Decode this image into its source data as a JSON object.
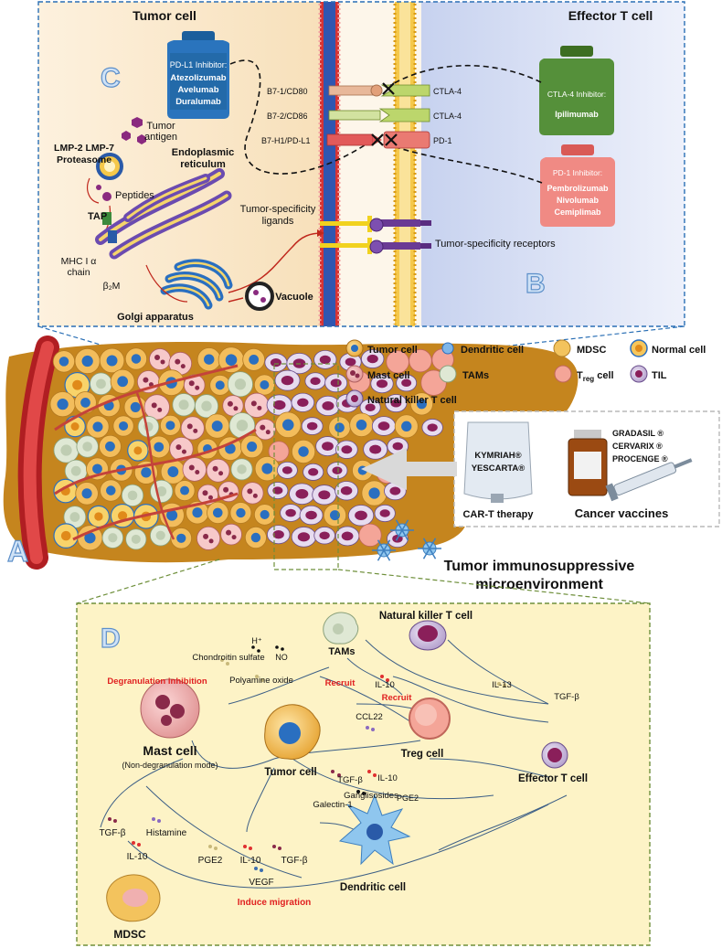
{
  "panel_c": {
    "letter": "C",
    "tumor_cell": "Tumor cell",
    "effector_t_cell": "Effector T cell",
    "pdl1_inhibitor": {
      "title": "PD-L1 Inhibitor:",
      "drugs": [
        "Atezolizumab",
        "Avelumab",
        "Duralumab"
      ]
    },
    "ctla4_inhibitor": {
      "title": "CTLA-4 Inhibitor:",
      "drugs": [
        "Ipilimumab"
      ]
    },
    "pd1_inhibitor": {
      "title": "PD-1 Inhibitor:",
      "drugs": [
        "Pembrolizumab",
        "Nivolumab",
        "Cemiplimab"
      ]
    },
    "ligands": [
      "B7-1/CD80",
      "B7-2/CD86",
      "B7-H1/PD-L1"
    ],
    "receptors": [
      "CTLA-4",
      "CTLA-4",
      "PD-1"
    ],
    "tumor_antigen": [
      "Tumor",
      "antigen"
    ],
    "proteasome": [
      "LMP-2 LMP-7",
      "Proteasome"
    ],
    "peptides": "Peptides",
    "er": [
      "Endoplasmic",
      "reticulum"
    ],
    "tap": "TAP",
    "mhc": [
      "MHC I α",
      "chain"
    ],
    "b2m": "β₂M",
    "golgi": "Golgi apparatus",
    "vacuole": "Vacuole",
    "tsl": [
      "Tumor-specificity",
      "ligands"
    ],
    "tsr": "Tumor-specificity receptors"
  },
  "panel_b": {
    "letter": "B"
  },
  "panel_a": {
    "letter": "A",
    "title": [
      "Tumor immunosuppressive",
      "microenvironment"
    ],
    "car_t": {
      "drugs": [
        "KYMRIAH®",
        "YESCARTA®"
      ],
      "label": "CAR-T therapy"
    },
    "vaccines": {
      "drugs": [
        "GRADASIL ®",
        "CERVARIX ®",
        "PROCENGE ®"
      ],
      "label": "Cancer vaccines"
    }
  },
  "legend": {
    "tumor_cell": "Tumor cell",
    "dendritic_cell": "Dendritic cell",
    "mdsc": "MDSC",
    "normal_cell": "Normal cell",
    "mast_cell": "Mast cell",
    "tams": "TAMs",
    "treg_main": "T",
    "treg_sub": "reg",
    "treg_rest": " cell",
    "til": "TIL",
    "nkt": "Natural killer T cell"
  },
  "panel_d": {
    "letter": "D",
    "nkt": "Natural killer T cell",
    "tams": "TAMs",
    "chondroitin": "Chondroitin sulfate",
    "h_plus": "H⁺",
    "no": "NO",
    "polyamine": "Polyamine oxide",
    "degran": "Degranulation inhibition",
    "recruit_1": "Recruit",
    "recruit_2": "Recruit",
    "il10_a": "IL-10",
    "il13": "IL-13",
    "tgfb_a": "TGF-β",
    "ccl22": "CCL22",
    "mast_cell": "Mast cell",
    "mast_mode": "(Non-degranulation mode)",
    "tumor_cell": "Tumor cell",
    "treg": "Treg cell",
    "effector": "Effector T cell",
    "tgfb_b": "TGF-β",
    "il10_b": "IL-10",
    "gangliosides": "Ganglisosides",
    "pge2_a": "PGE2",
    "galectin": "Galectin-1",
    "tgfb_c": "TGF-β",
    "histamine": "Histamine",
    "il10_c": "IL-10",
    "pge2_b": "PGE2",
    "il10_d": "IL-10",
    "tgfb_d": "TGF-β",
    "vegf": "VEGF",
    "dendritic": "Dendritic cell",
    "induce": "Induce migration",
    "mdsc": "MDSC"
  },
  "colors": {
    "tumor_bg": "#fbe9cf",
    "tcell_bg": "#dde3f5",
    "tissue": "#c5851e",
    "panel_d_bg": "#fdf3c6",
    "pdl1_bottle": "#1f6fb5",
    "ctla4_bottle": "#4f8a2e",
    "pd1_bottle": "#ef7771",
    "red_label": "#e02020",
    "dash_blue": "#2a6fb5",
    "dash_green": "#6e8f3a"
  }
}
